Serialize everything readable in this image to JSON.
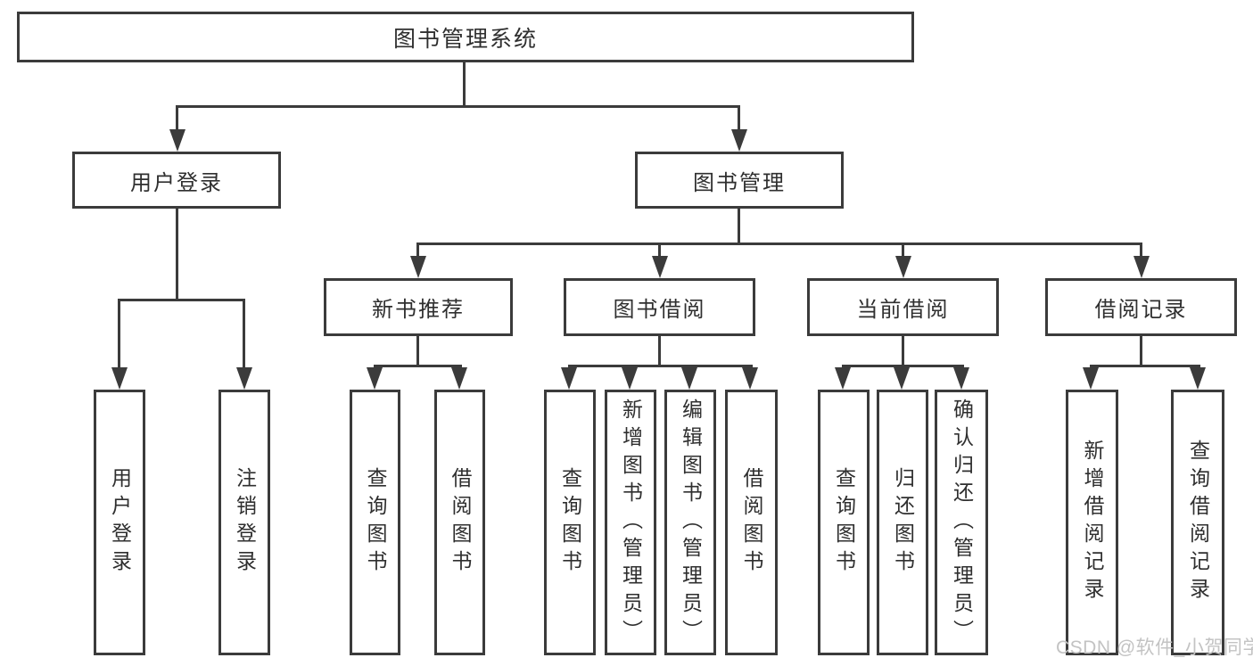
{
  "diagram": {
    "root": {
      "label": "图书管理系统"
    },
    "level2": [
      {
        "label": "用户登录"
      },
      {
        "label": "图书管理"
      }
    ],
    "level3": [
      {
        "label": "新书推荐"
      },
      {
        "label": "图书借阅"
      },
      {
        "label": "当前借阅"
      },
      {
        "label": "借阅记录"
      }
    ],
    "leaves": [
      {
        "label": "用户登录"
      },
      {
        "label": "注销登录"
      },
      {
        "label": "查询图书"
      },
      {
        "label": "借阅图书"
      },
      {
        "label": "查询图书"
      },
      {
        "label": "新增图书（管理员）"
      },
      {
        "label": "编辑图书（管理员）"
      },
      {
        "label": "借阅图书"
      },
      {
        "label": "查询图书"
      },
      {
        "label": "归还图书"
      },
      {
        "label": "确认归还（管理员）"
      },
      {
        "label": "新增借阅记录"
      },
      {
        "label": "查询借阅记录"
      }
    ]
  },
  "watermark": {
    "text": "CSDN @软件_小贺同学"
  },
  "colors": {
    "line": "#3b3b3b",
    "text": "#2f2f2f",
    "background": "#ffffff",
    "watermark": "#c3c3c3"
  }
}
